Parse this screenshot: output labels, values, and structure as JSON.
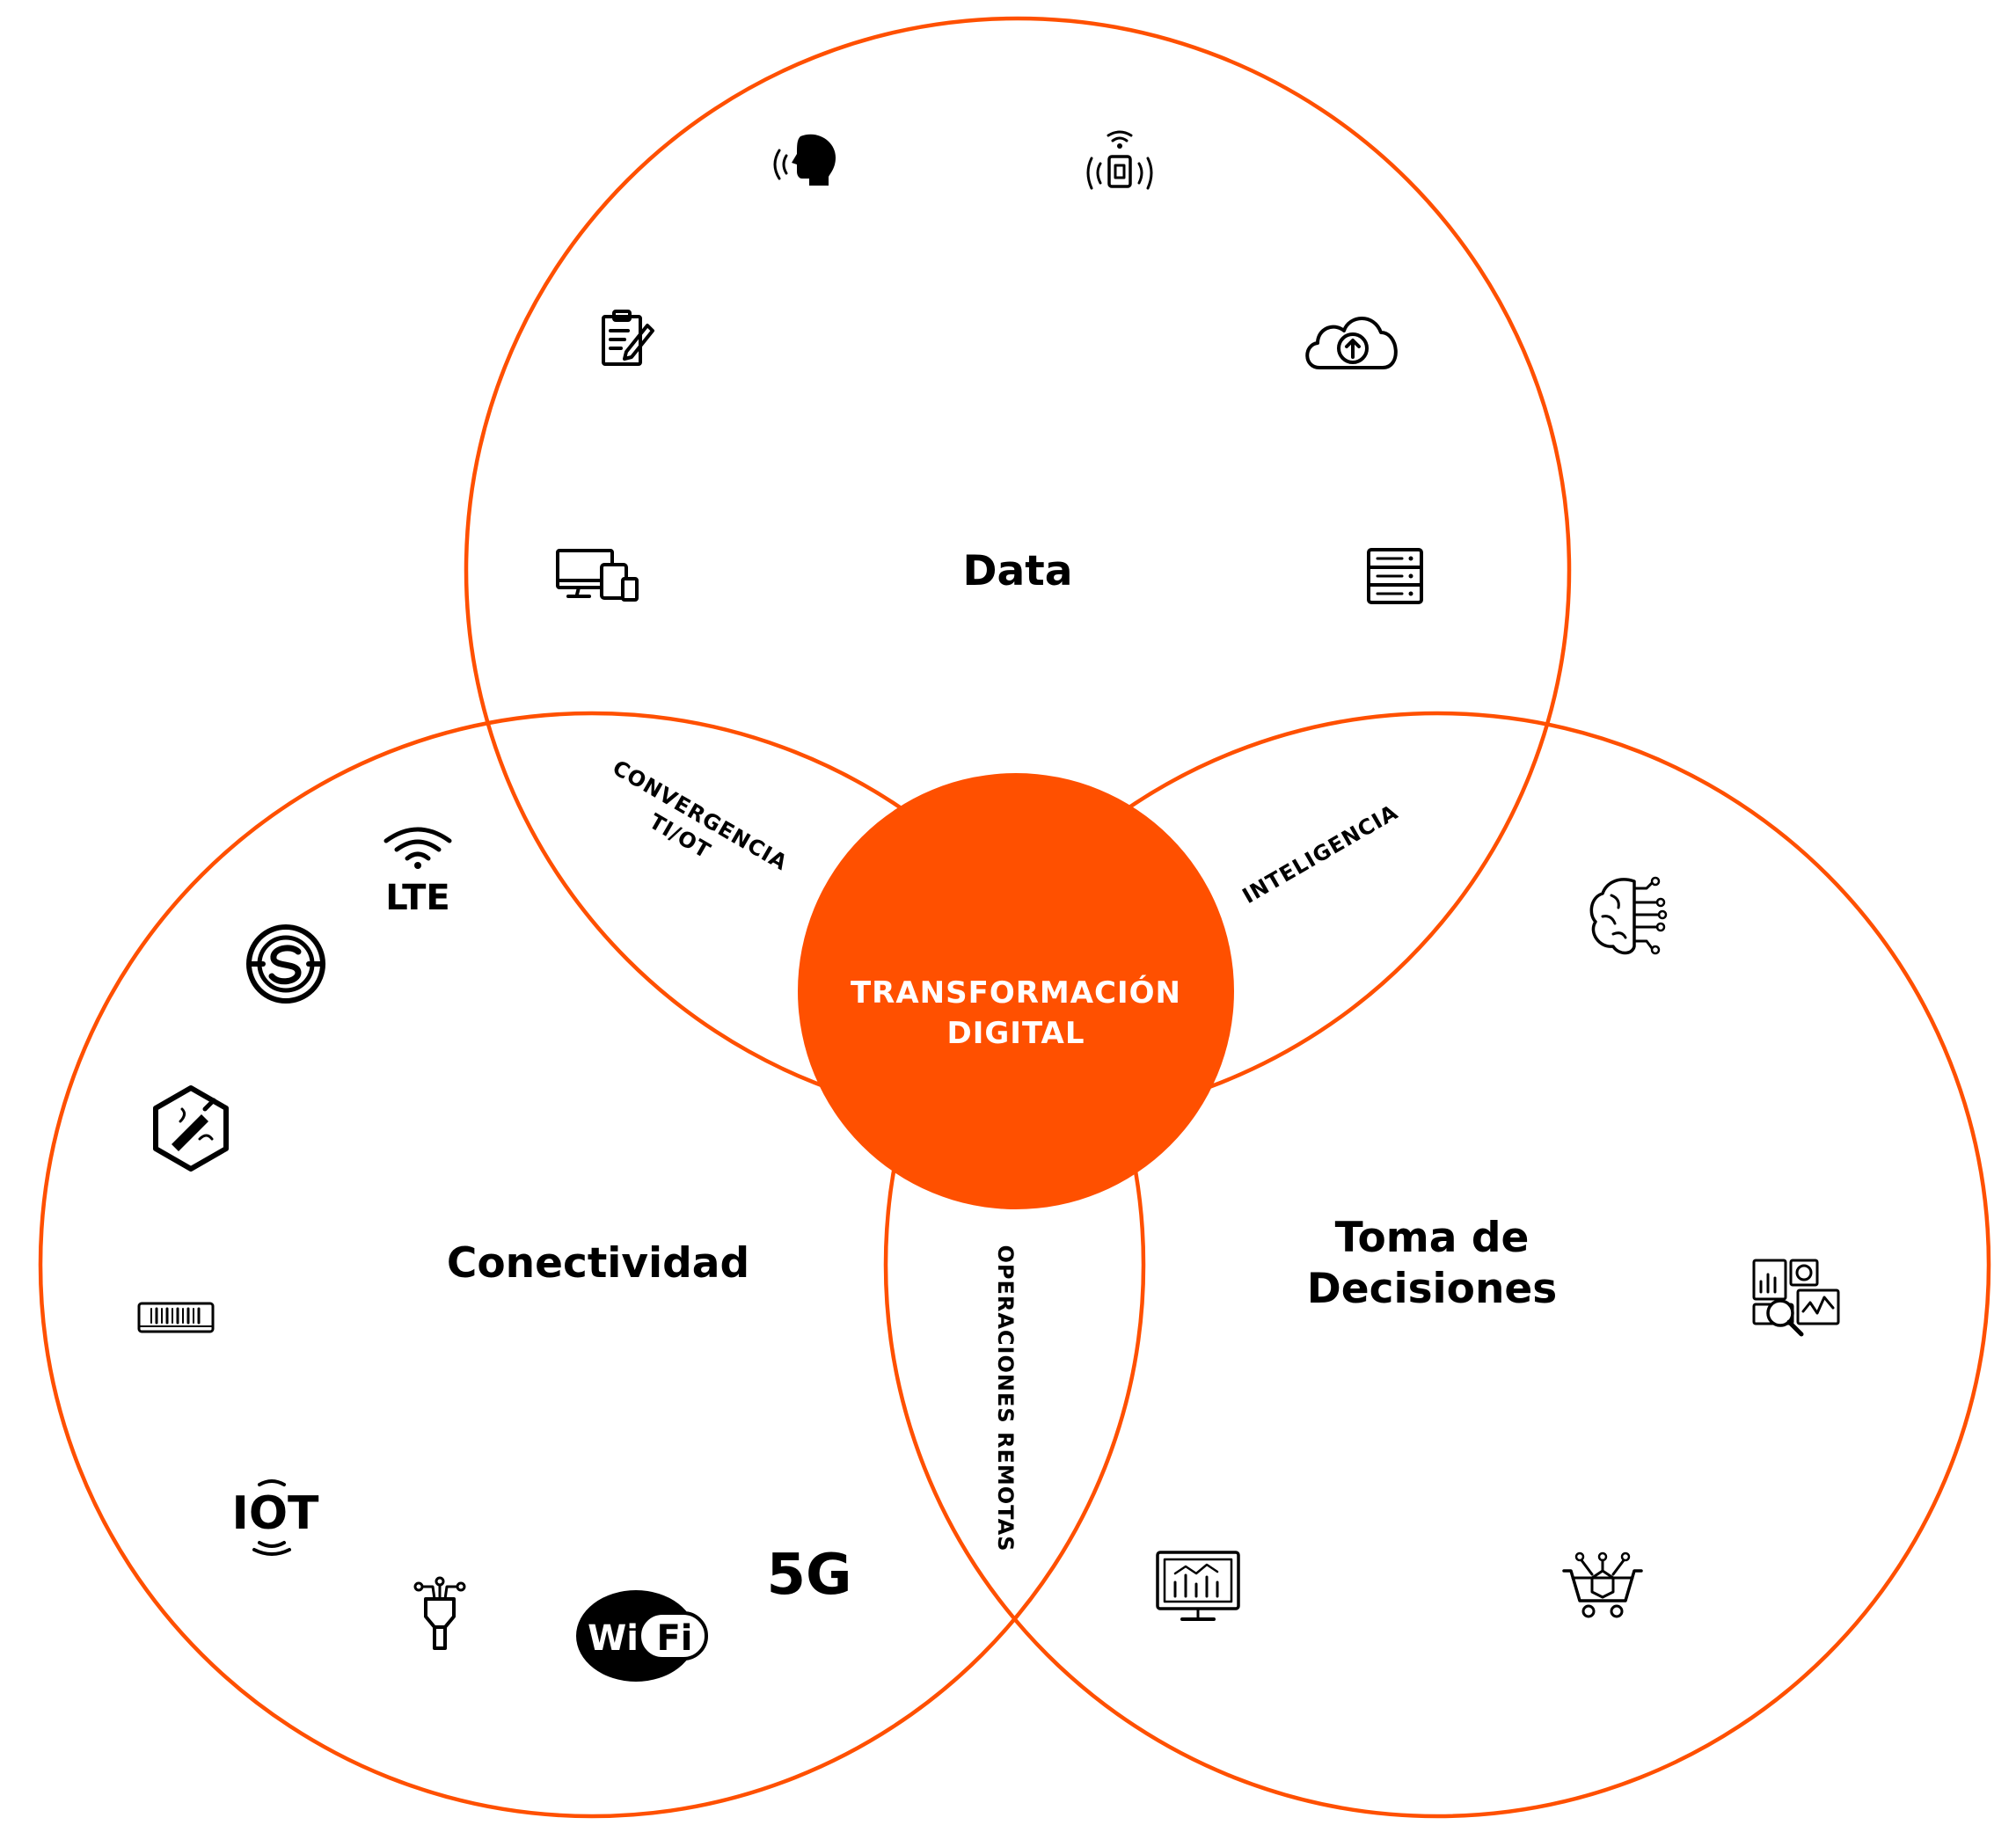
{
  "colors": {
    "accent": "#ff5000",
    "text": "#000000",
    "background": "#ffffff"
  },
  "center": {
    "line1": "TRANSFORMACIÓN",
    "line2": "DIGITAL"
  },
  "sets": {
    "top": {
      "label": "Data"
    },
    "left": {
      "label": "Conectividad"
    },
    "right": {
      "line1": "Toma de",
      "line2": "Decisiones"
    }
  },
  "overlaps": {
    "top_left": {
      "line1": "CONVERGENCIA",
      "line2": "TI/OT"
    },
    "top_right": {
      "label": "INTELIGENCIA"
    },
    "left_right": {
      "label": "OPERACIONES REMOTAS"
    }
  },
  "icons": {
    "data": [
      "voice-icon",
      "rfid-sensor-icon",
      "clipboard-edit-icon",
      "cloud-upload-icon",
      "devices-icon",
      "server-icon"
    ],
    "conectividad": [
      "lte-icon",
      "sigfox-icon",
      "fiber-optic-icon",
      "barcode-reader-icon",
      "iot-icon",
      "fiber-connector-icon",
      "wifi-icon",
      "5g-icon"
    ],
    "decisiones": [
      "ai-brain-icon",
      "analytics-dashboard-icon",
      "monitor-chart-icon",
      "smart-cart-icon"
    ],
    "icon_text": {
      "lte": "LTE",
      "iot": "IOT",
      "wifi_left": "Wi",
      "wifi_right": "Fi",
      "fiveg": "5G"
    }
  }
}
